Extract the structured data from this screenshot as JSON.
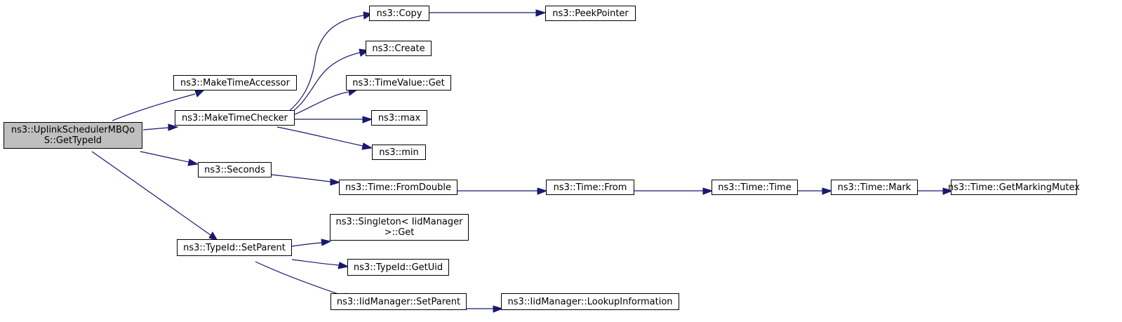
{
  "graph": {
    "root": "ns3::UplinkSchedulerMBQo\nS::GetTypeId",
    "nodes": {
      "copy": "ns3::Copy",
      "peek_pointer": "ns3::PeekPointer",
      "create": "ns3::Create",
      "make_time_accessor": "ns3::MakeTimeAccessor",
      "time_value_get": "ns3::TimeValue::Get",
      "make_time_checker": "ns3::MakeTimeChecker",
      "max": "ns3::max",
      "min": "ns3::min",
      "seconds": "ns3::Seconds",
      "time_from_double": "ns3::Time::FromDouble",
      "time_from": "ns3::Time::From",
      "time_time": "ns3::Time::Time",
      "time_mark": "ns3::Time::Mark",
      "time_get_marking_mutex": "ns3::Time::GetMarkingMutex",
      "singleton_get": "ns3::Singleton< IidManager\n>::Get",
      "typeid_set_parent": "ns3::TypeId::SetParent",
      "typeid_get_uid": "ns3::TypeId::GetUid",
      "iidmanager_set_parent": "ns3::IidManager::SetParent",
      "iidmanager_lookup_information": "ns3::IidManager::LookupInformation"
    },
    "edges": [
      [
        "root",
        "make_time_accessor"
      ],
      [
        "root",
        "make_time_checker"
      ],
      [
        "root",
        "seconds"
      ],
      [
        "root",
        "typeid_set_parent"
      ],
      [
        "make_time_checker",
        "copy"
      ],
      [
        "make_time_checker",
        "create"
      ],
      [
        "make_time_checker",
        "time_value_get"
      ],
      [
        "make_time_checker",
        "max"
      ],
      [
        "make_time_checker",
        "min"
      ],
      [
        "copy",
        "peek_pointer"
      ],
      [
        "seconds",
        "time_from_double"
      ],
      [
        "time_from_double",
        "time_from"
      ],
      [
        "time_from",
        "time_time"
      ],
      [
        "time_time",
        "time_mark"
      ],
      [
        "time_mark",
        "time_get_marking_mutex"
      ],
      [
        "typeid_set_parent",
        "singleton_get"
      ],
      [
        "typeid_set_parent",
        "typeid_get_uid"
      ],
      [
        "typeid_set_parent",
        "iidmanager_set_parent"
      ],
      [
        "iidmanager_set_parent",
        "iidmanager_lookup_information"
      ]
    ],
    "colors": {
      "edge": "#191970",
      "root_fill": "#bfbfbf",
      "node_fill": "#ffffff",
      "border": "#000000"
    }
  }
}
